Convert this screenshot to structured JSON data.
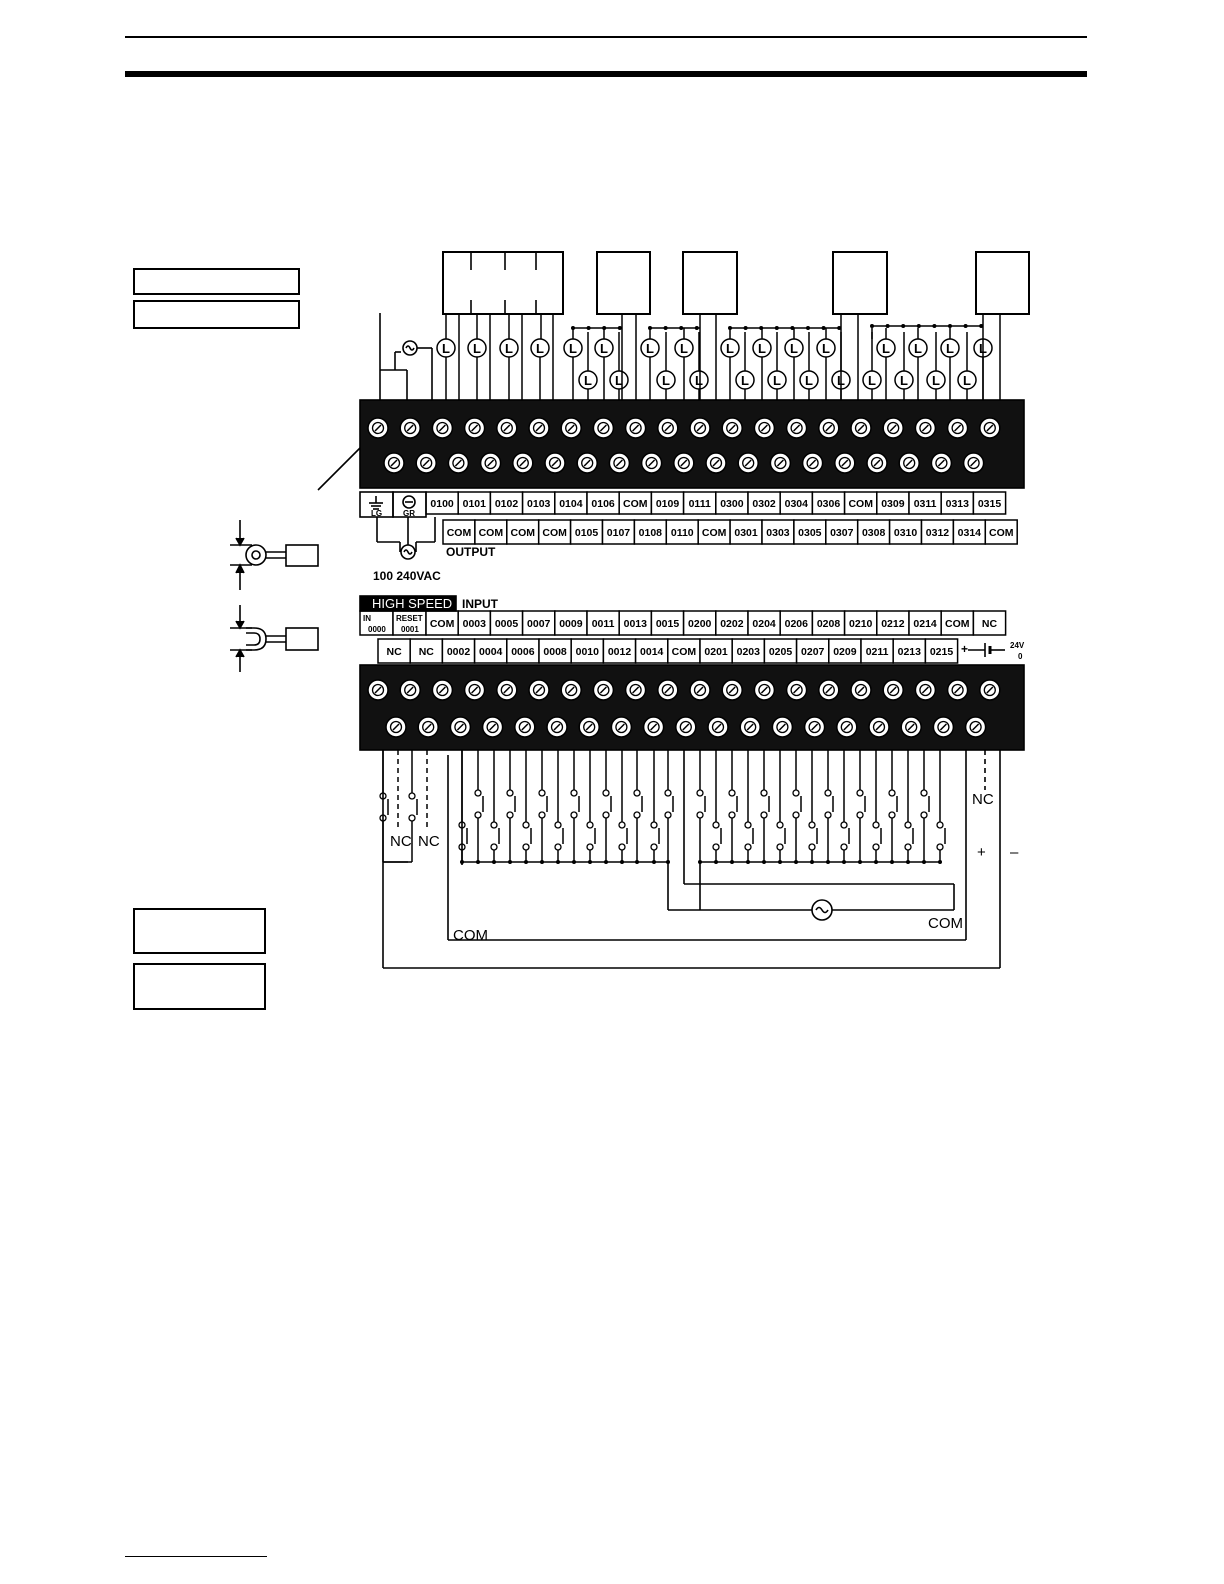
{
  "colors": {
    "ink": "#000000",
    "paper": "#ffffff"
  },
  "output_block": {
    "upper_labels": [
      "0100",
      "0101",
      "0102",
      "0103",
      "0104",
      "0106",
      "COM",
      "0109",
      "0111",
      "0300",
      "0302",
      "0304",
      "0306",
      "COM",
      "0309",
      "0311",
      "0313",
      "0315"
    ],
    "lower_labels": [
      "COM",
      "COM",
      "COM",
      "COM",
      "0105",
      "0107",
      "0108",
      "0110",
      "COM",
      "0301",
      "0303",
      "0305",
      "0307",
      "0308",
      "0310",
      "0312",
      "0314",
      "COM"
    ],
    "lg_label": "LG",
    "gr_label": "GR",
    "output_title": "OUTPUT",
    "supply_label": "100 240VAC",
    "load_symbol": "L"
  },
  "input_block": {
    "high_speed_title": "HIGH SPEED",
    "input_title": "INPUT",
    "hs_in_label": "IN",
    "hs_in_addr": "0000",
    "hs_reset_label": "RESET",
    "hs_reset_addr": "0001",
    "upper_labels": [
      "COM",
      "0003",
      "0005",
      "0007",
      "0009",
      "0011",
      "0013",
      "0015",
      "0200",
      "0202",
      "0204",
      "0206",
      "0208",
      "0210",
      "0212",
      "0214",
      "COM",
      "NC"
    ],
    "lower_labels": [
      "NC",
      "NC",
      "0002",
      "0004",
      "0006",
      "0008",
      "0010",
      "0012",
      "0014",
      "COM",
      "0201",
      "0203",
      "0205",
      "0207",
      "0209",
      "0211",
      "0213",
      "0215"
    ],
    "dc_plus": "+",
    "dc_voltage": "24V",
    "dc_zero": "0",
    "nc_left_1": "NC",
    "nc_left_2": "NC",
    "nc_right": "NC",
    "plus_sign": "+",
    "minus_sign": "–",
    "com_right": "COM",
    "com_bottom": "COM"
  }
}
